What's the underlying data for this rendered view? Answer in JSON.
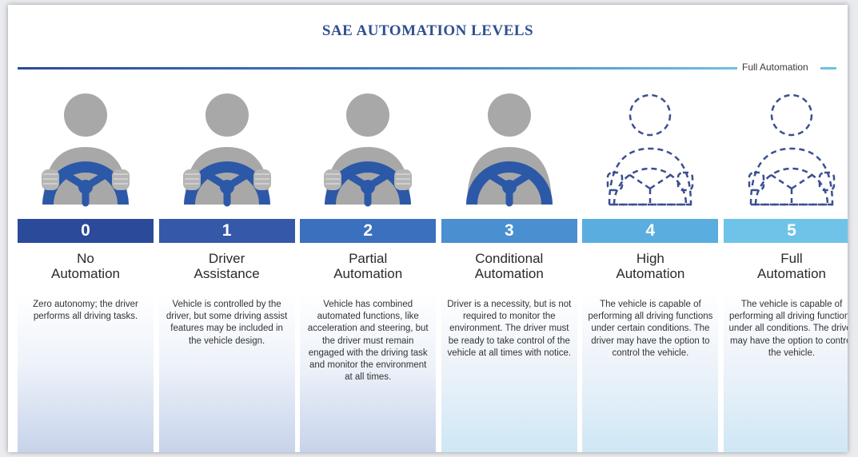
{
  "title": "SAE AUTOMATION LEVELS",
  "progress_label": "Full Automation",
  "colors": {
    "level_bars": [
      "#2c4a9a",
      "#3558a8",
      "#3b70bf",
      "#4a8fcf",
      "#5aaddf",
      "#6fc3e8"
    ],
    "wheel_solid": "#2c58a8",
    "person_gray": "#a8a8a8",
    "dashed": "#3b4f8f"
  },
  "levels": [
    {
      "number": "0",
      "name": "No\nAutomation",
      "description": "Zero autonomy; the driver performs all driving tasks.",
      "icon": "driver-with-wheel-icon"
    },
    {
      "number": "1",
      "name": "Driver\nAssistance",
      "description": "Vehicle is controlled by the driver, but some driving assist features may be included in the vehicle design.",
      "icon": "driver-with-wheel-icon"
    },
    {
      "number": "2",
      "name": "Partial\nAutomation",
      "description": "Vehicle has combined automated functions, like acceleration and steering, but the driver must remain engaged with the driving task and monitor the environment at all times.",
      "icon": "driver-with-wheel-icon"
    },
    {
      "number": "3",
      "name": "Conditional\nAutomation",
      "description": "Driver is a necessity, but is not required to monitor the environment. The driver must be ready to take control of the vehicle at all times with notice.",
      "icon": "driver-hands-off-icon"
    },
    {
      "number": "4",
      "name": "High\nAutomation",
      "description": "The vehicle is capable of performing all driving functions under certain conditions. The driver may have the option to control the vehicle.",
      "icon": "dashed-driver-icon"
    },
    {
      "number": "5",
      "name": "Full\nAutomation",
      "description": "The vehicle is capable of performing all driving functions under all conditions. The driver may have the option to control the vehicle.",
      "icon": "dashed-driver-icon"
    }
  ]
}
